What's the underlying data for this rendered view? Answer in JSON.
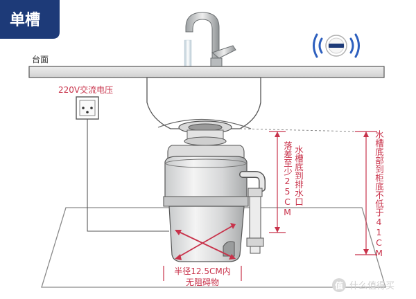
{
  "badge": {
    "label": "单槽",
    "color": "#1d3a78"
  },
  "countertop": {
    "label": "台面"
  },
  "outlet": {
    "label": "220V交流电压"
  },
  "annotations": {
    "drop_label": "落差至少25CM",
    "sink_bottom_label": "水槽底到排水口",
    "cabinet_label": "水槽底部到柜底不低于41CM",
    "diameter_label_line1": "半径12.5CM内",
    "diameter_label_line2": "无阻碍物"
  },
  "watermark": {
    "text": "什么值得买",
    "icon": "zhi-logo-icon"
  },
  "colors": {
    "accent": "#c8324a",
    "line": "#333333",
    "badge": "#1d3a78",
    "wifi": "#2d5fbe"
  },
  "icons": {
    "wifi": "wireless-signal-icon",
    "switch": "wireless-switch-icon",
    "socket": "power-socket-icon",
    "faucet": "faucet-icon"
  }
}
